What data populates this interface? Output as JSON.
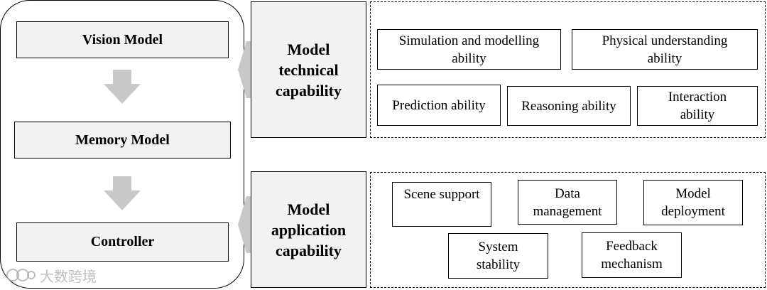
{
  "pipeline": {
    "stages": [
      "Vision Model",
      "Memory Model",
      "Controller"
    ]
  },
  "capabilities": {
    "technical": {
      "title": "Model\ntechnical\ncapability",
      "items": [
        "Simulation and modelling\nability",
        "Physical understanding\nability",
        "Prediction ability",
        "Reasoning ability",
        "Interaction\nability"
      ]
    },
    "application": {
      "title": "Model\napplication\ncapability",
      "items": [
        "Scene support",
        "Data\nmanagement",
        "Model\ndeployment",
        "System\nstability",
        "Feedback\nmechanism"
      ]
    }
  },
  "watermark": {
    "text": "大数跨境",
    "icon": "logo-icon"
  },
  "colors": {
    "box_fill": "#f2f2f2",
    "arrow": "#c8c8c8"
  }
}
